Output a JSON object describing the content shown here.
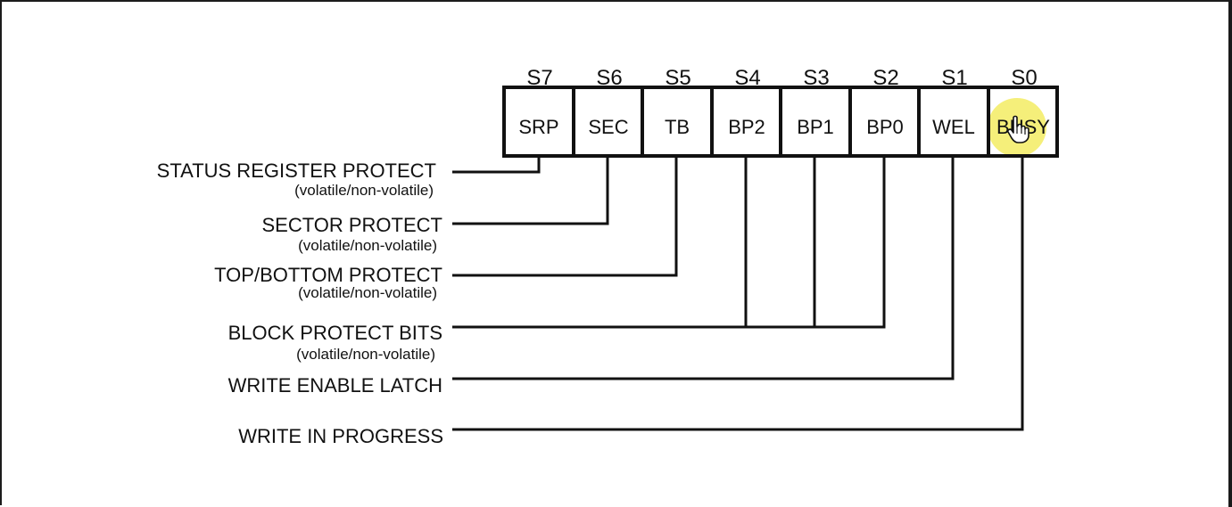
{
  "register": {
    "bits": [
      {
        "bit": "S7",
        "name": "SRP"
      },
      {
        "bit": "S6",
        "name": "SEC"
      },
      {
        "bit": "S5",
        "name": "TB"
      },
      {
        "bit": "S4",
        "name": "BP2"
      },
      {
        "bit": "S3",
        "name": "BP1"
      },
      {
        "bit": "S2",
        "name": "BP0"
      },
      {
        "bit": "S1",
        "name": "WEL"
      },
      {
        "bit": "S0",
        "name": "BUSY"
      }
    ]
  },
  "descriptions": [
    {
      "label": "STATUS REGISTER PROTECT",
      "sub": "(volatile/non-volatile)"
    },
    {
      "label": "SECTOR PROTECT",
      "sub": "(volatile/non-volatile)"
    },
    {
      "label": "TOP/BOTTOM PROTECT",
      "sub": "(volatile/non-volatile)"
    },
    {
      "label": "BLOCK PROTECT BITS",
      "sub": "(volatile/non-volatile)"
    },
    {
      "label": "WRITE ENABLE LATCH",
      "sub": ""
    },
    {
      "label": "WRITE IN PROGRESS",
      "sub": ""
    }
  ],
  "highlight": {
    "color": "#f5ef7a",
    "icon": "hand-pointer-icon"
  }
}
